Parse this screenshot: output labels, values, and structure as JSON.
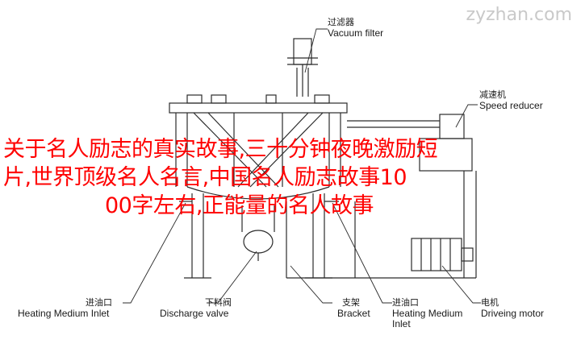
{
  "watermark": "zyzhan.com",
  "labels": {
    "vacuum_filter": {
      "cn": "过滤器",
      "en": "Vacuum filter"
    },
    "speed_reducer": {
      "cn": "减速机",
      "en": "Speed reducer"
    },
    "heating_inlet_left": {
      "cn": "进油口",
      "en": "Heating Medium Inlet"
    },
    "discharge_valve": {
      "cn": "下料阀",
      "en": "Discharge valve"
    },
    "bracket": {
      "cn": "支架",
      "en": "Bracket"
    },
    "heating_inlet_right": {
      "cn": "进油口",
      "en": "Heating Medium Inlet"
    },
    "driving_motor": {
      "cn": "电机",
      "en": "Driveing motor"
    }
  },
  "overlay_title": {
    "line1": "关于名人励志的真实故事,三十分钟夜晚激励短",
    "line2": "片,世界顶级名人名言,中国名人励志故事10",
    "line3": "00字左右,正能量的名人故事"
  },
  "colors": {
    "overlay_text": "#ff0000",
    "line_art": "#2b2b2b",
    "watermark": "#c9c9c9"
  }
}
